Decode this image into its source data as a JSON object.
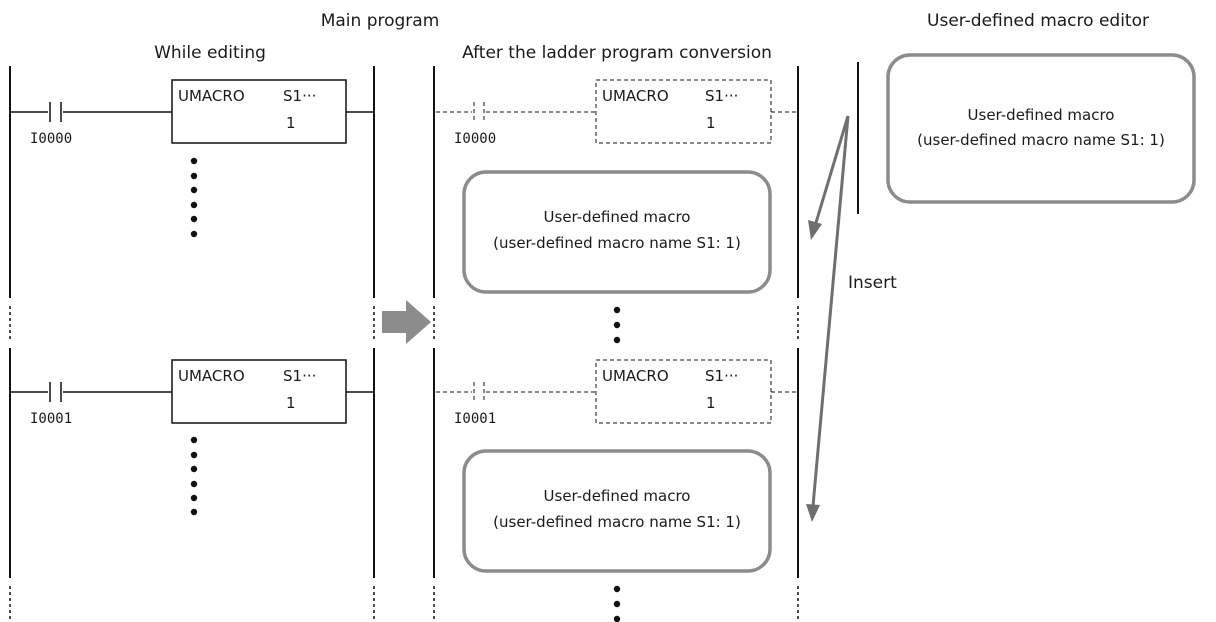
{
  "headers": {
    "main_program": "Main program",
    "while_editing": "While editing",
    "after_conversion": "After the ladder program conversion",
    "macro_editor": "User-defined macro editor"
  },
  "instruction": {
    "mnemonic": "UMACRO",
    "operand": "S1···",
    "value": "1"
  },
  "inputs": [
    "I0000",
    "I0001"
  ],
  "macro_block": {
    "line1": "User-defined macro",
    "line2": "(user-defined macro name S1: 1)"
  },
  "insert_label": "Insert",
  "colors": {
    "line": "#111111",
    "macro_border": "#8c8c8c",
    "arrow": "#6f6f6f"
  }
}
